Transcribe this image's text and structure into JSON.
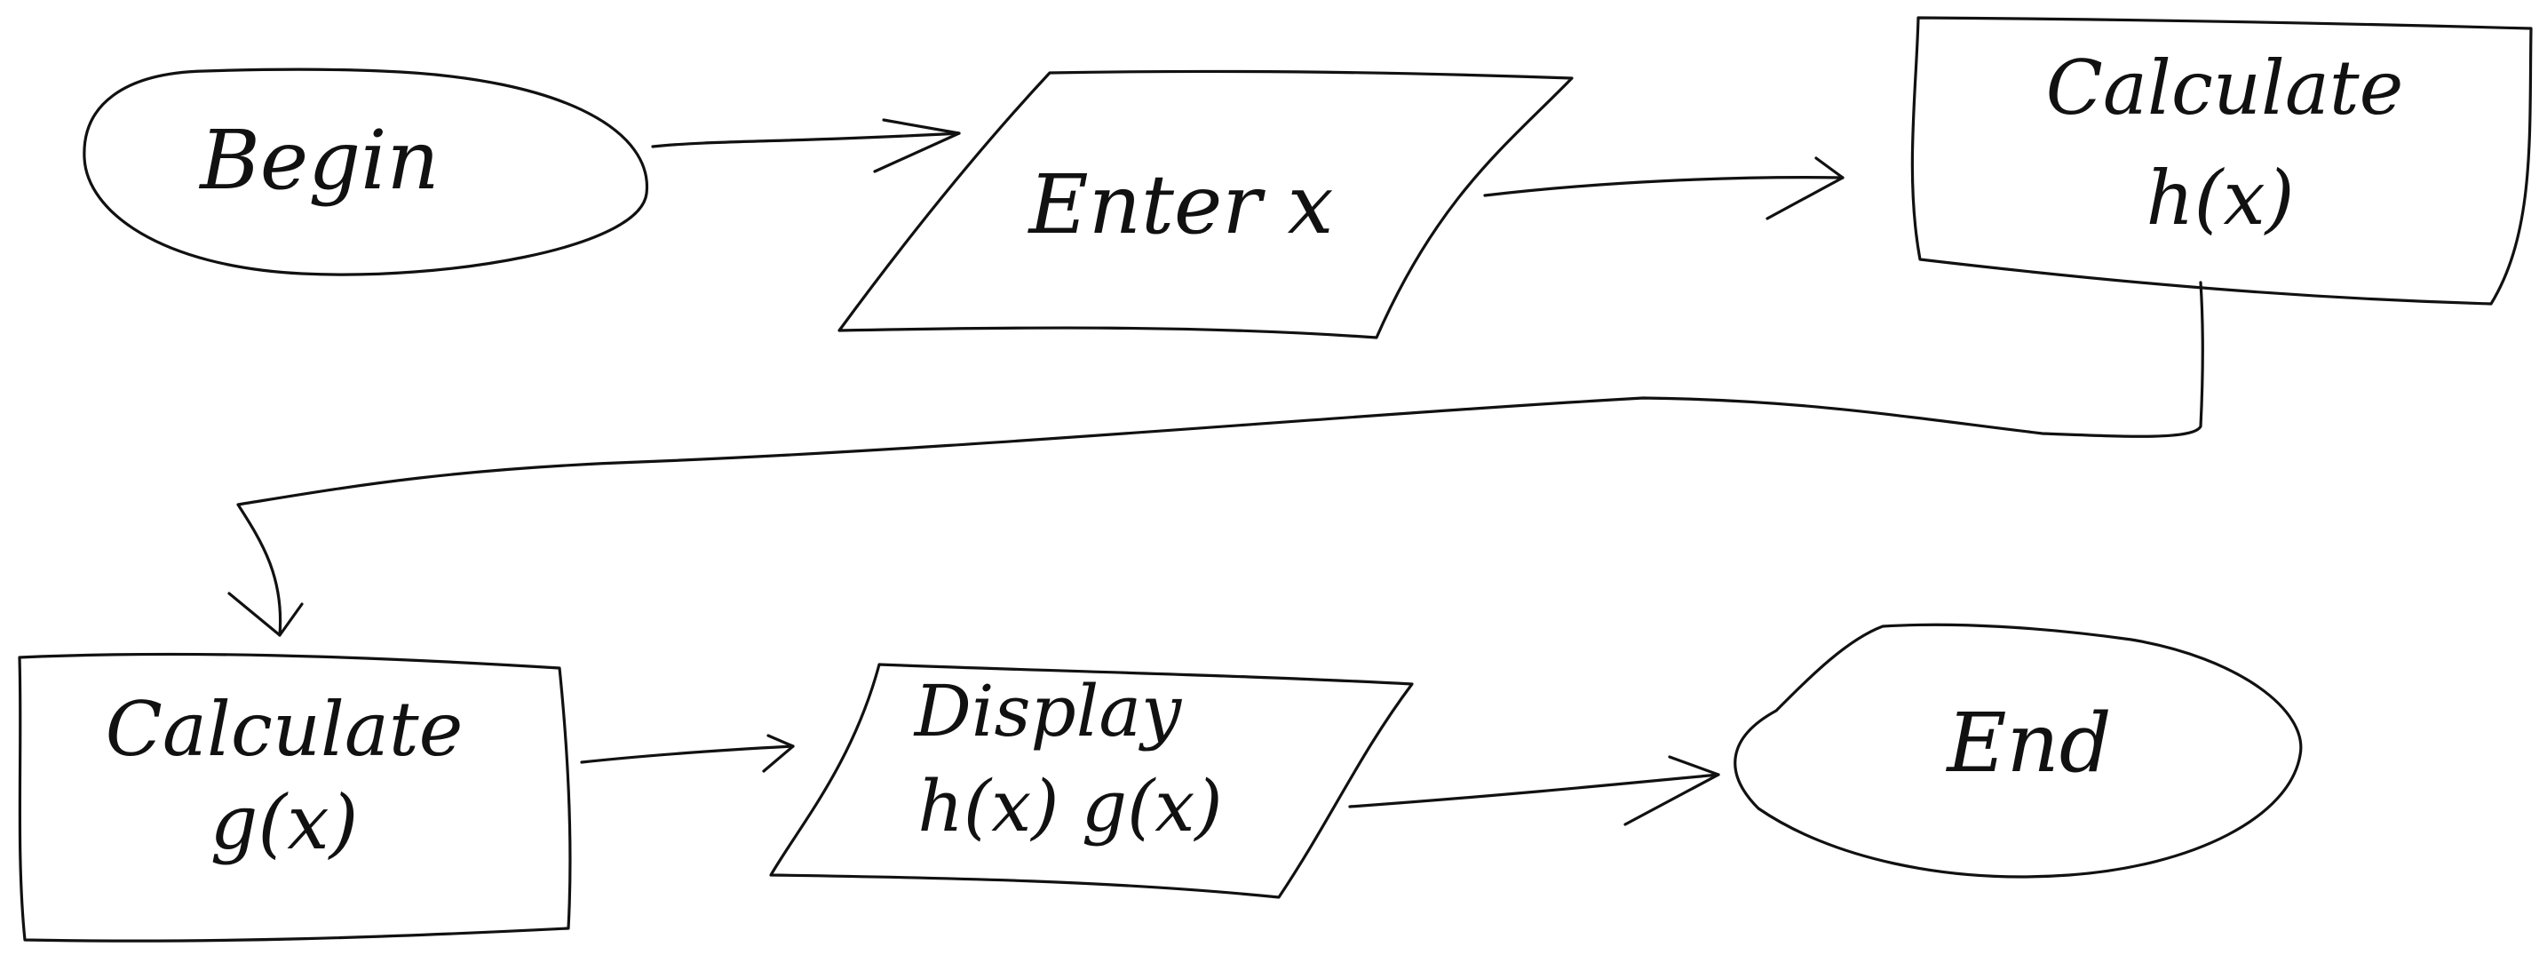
{
  "flowchart": {
    "nodes": [
      {
        "id": "begin",
        "shape": "oval",
        "lines": [
          "Begin"
        ]
      },
      {
        "id": "enter",
        "shape": "parallelogram",
        "lines": [
          "Enter x"
        ]
      },
      {
        "id": "calc_h",
        "shape": "rectangle",
        "lines": [
          "Calculate",
          "h(x)"
        ]
      },
      {
        "id": "calc_g",
        "shape": "rectangle",
        "lines": [
          "Calculate",
          "g(x)"
        ]
      },
      {
        "id": "display",
        "shape": "parallelogram",
        "lines": [
          "Display",
          "h(x) g(x)"
        ]
      },
      {
        "id": "end",
        "shape": "oval",
        "lines": [
          "End"
        ]
      }
    ],
    "edges": [
      {
        "from": "begin",
        "to": "enter"
      },
      {
        "from": "enter",
        "to": "calc_h"
      },
      {
        "from": "calc_h",
        "to": "calc_g"
      },
      {
        "from": "calc_g",
        "to": "display"
      },
      {
        "from": "display",
        "to": "end"
      }
    ]
  }
}
